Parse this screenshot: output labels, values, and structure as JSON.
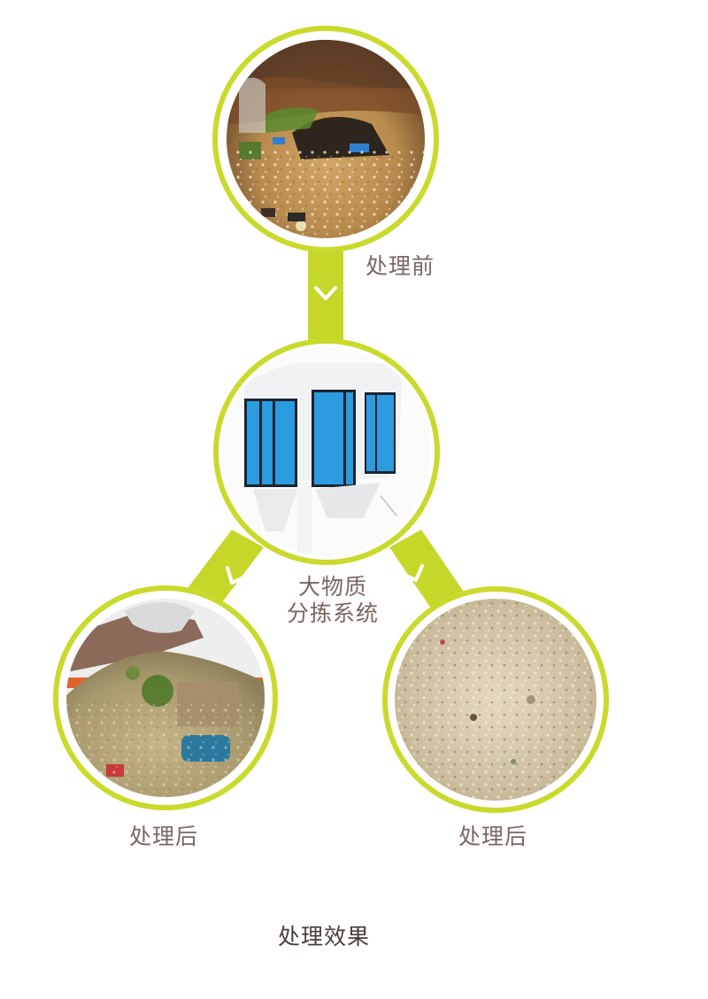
{
  "colors": {
    "accent": "#c5d82a",
    "ring": "#c9da2c",
    "text": "#7a6860",
    "caption_text": "#4a3f3a",
    "background": "#ffffff"
  },
  "nodes": [
    {
      "id": "before",
      "image": "unsorted-waste-photo",
      "label": "处理前"
    },
    {
      "id": "sorter",
      "image": "sorting-machine-photo",
      "label_line1": "大物质",
      "label_line2": "分拣系统"
    },
    {
      "id": "after_coarse",
      "image": "coarse-sorted-waste-photo",
      "label": "处理后"
    },
    {
      "id": "after_fine",
      "image": "fine-sorted-material-photo",
      "label": "处理后"
    }
  ],
  "connectors": [
    {
      "from": "before",
      "to": "sorter",
      "icon": "chevron-down-icon"
    },
    {
      "from": "sorter",
      "to": "after_coarse",
      "icon": "chevron-down-icon"
    },
    {
      "from": "sorter",
      "to": "after_fine",
      "icon": "chevron-down-icon"
    }
  ],
  "caption": "处理效果"
}
